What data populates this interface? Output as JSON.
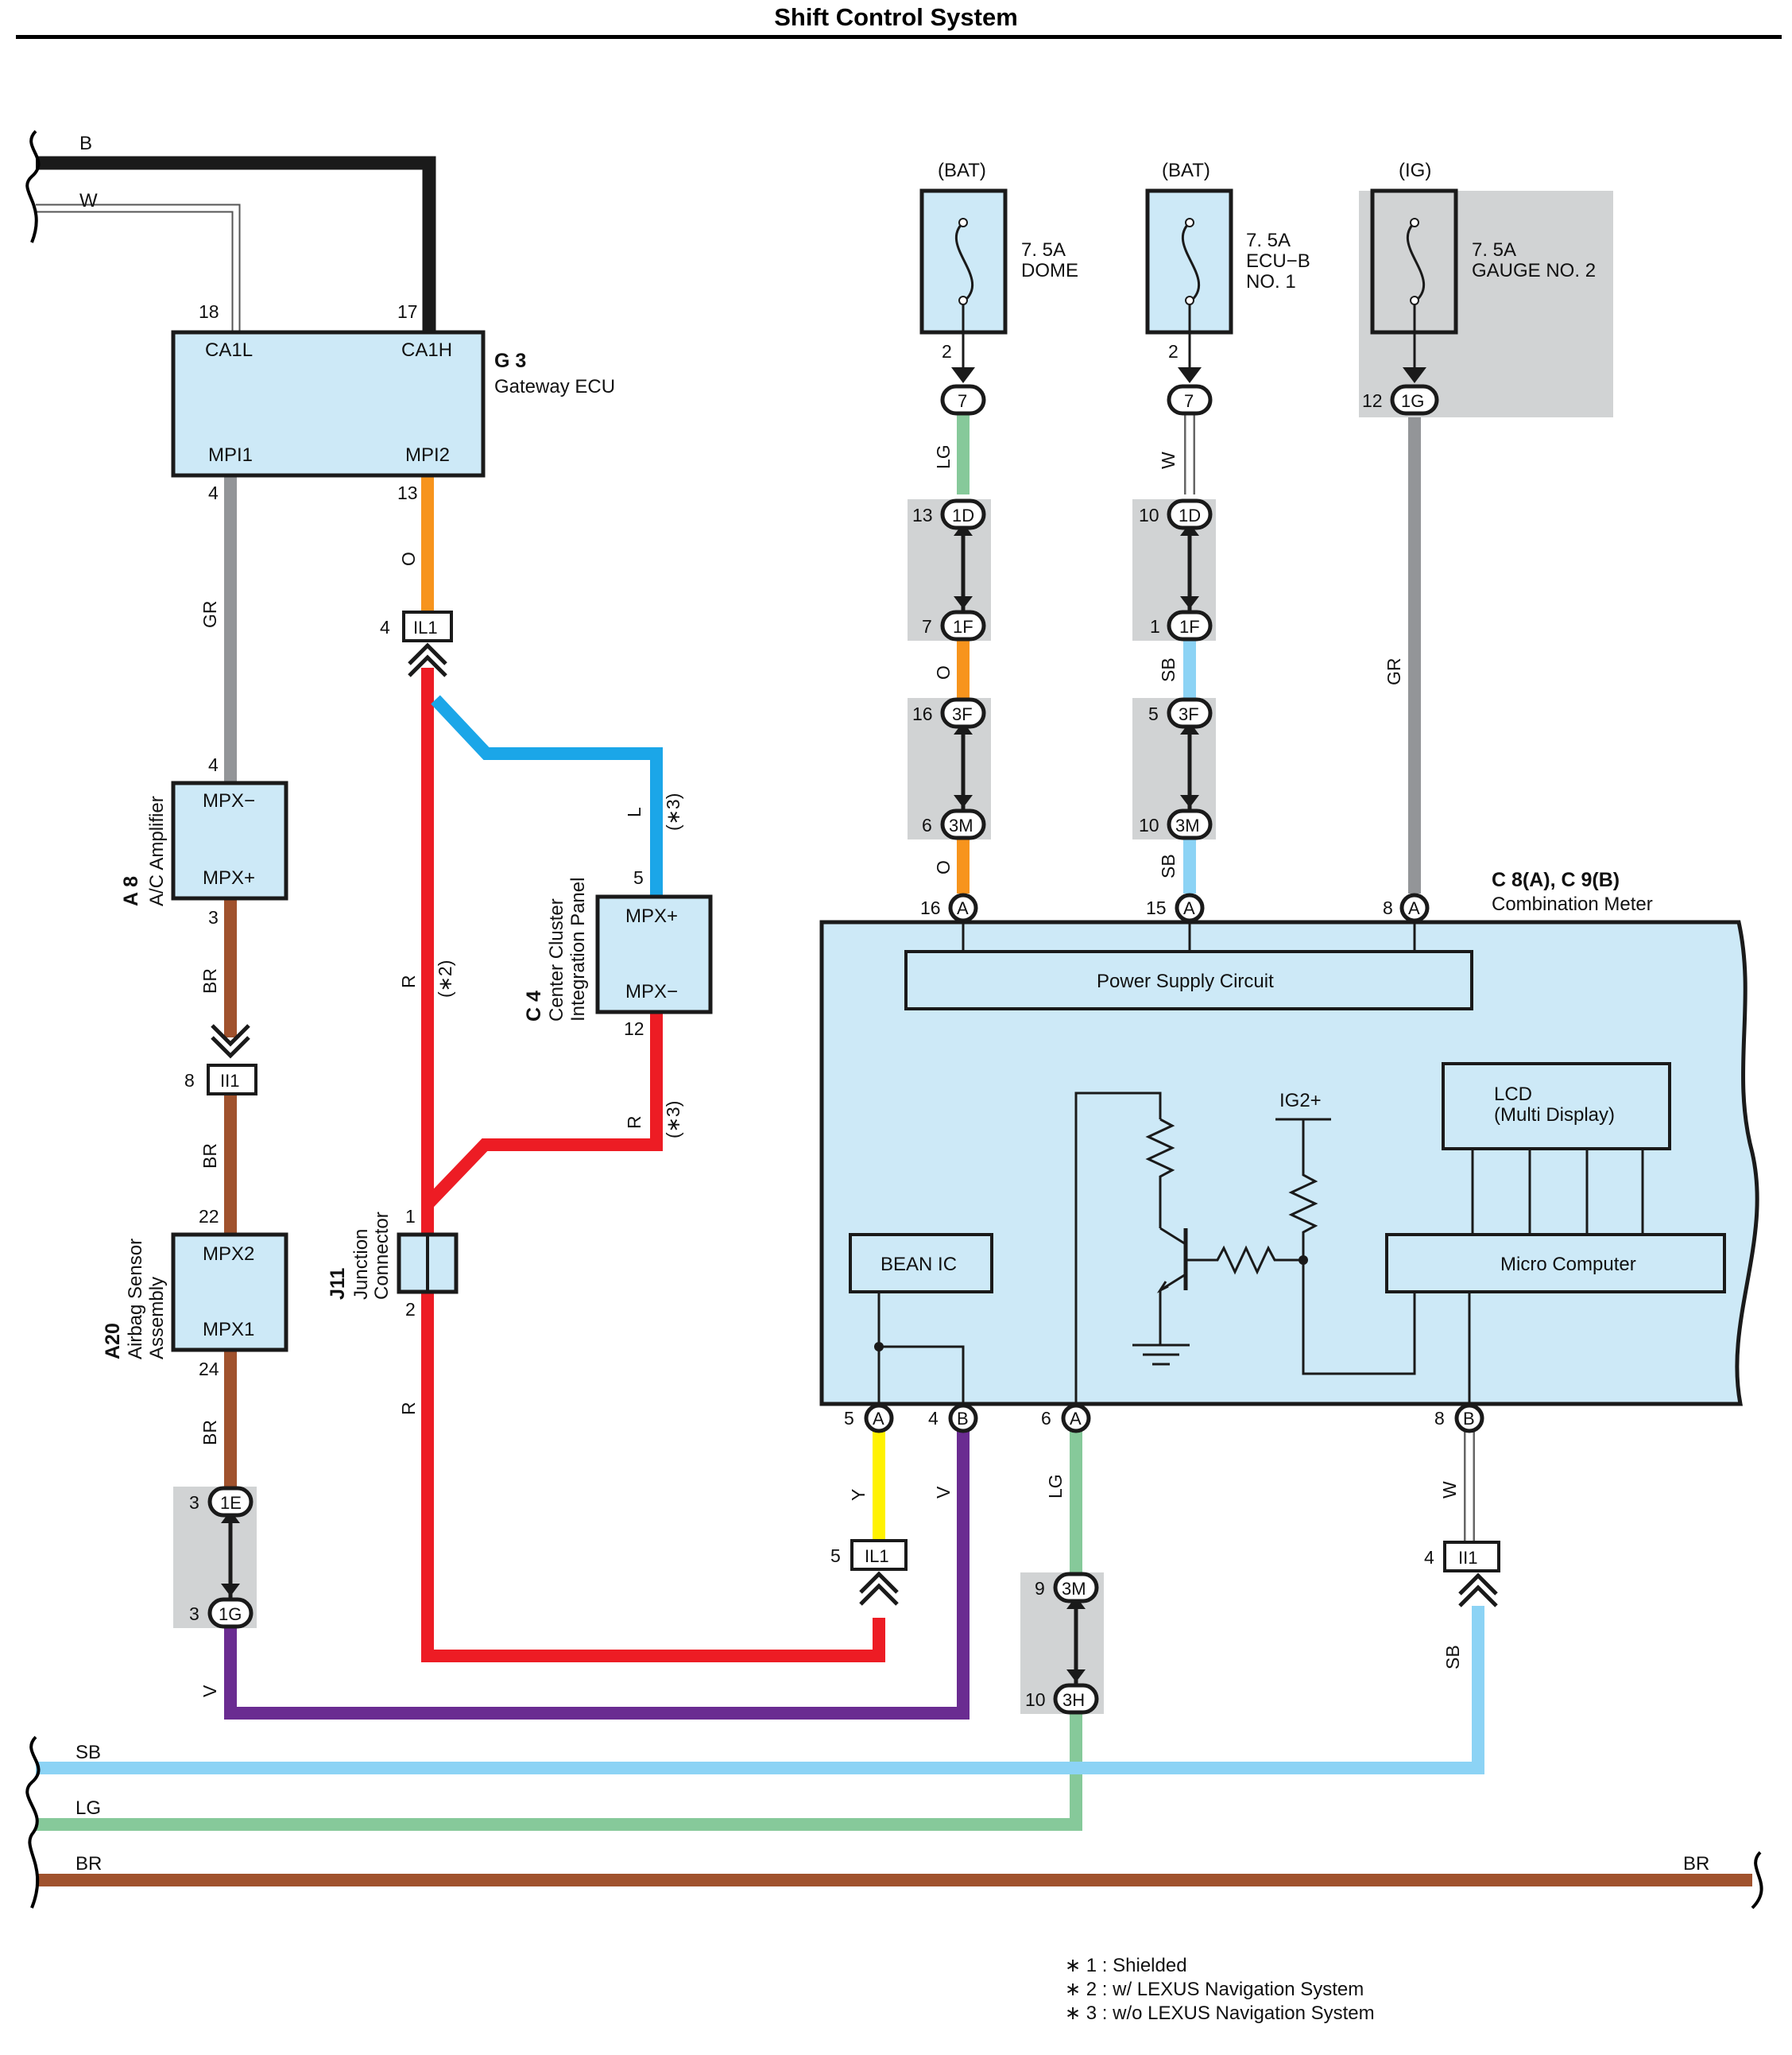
{
  "title": "Shift Control System",
  "colors": {
    "B": "#1a1a1a",
    "W": "#ffffff",
    "GR": "#939598",
    "O": "#f7941d",
    "R": "#ed1c24",
    "L": "#1ba6e8",
    "BR": "#a0522d",
    "V": "#6a2c91",
    "Y": "#fff200",
    "LG": "#86c99a",
    "SB": "#8cd3f5",
    "box": "#cde9f7",
    "shade": "#d1d3d4"
  },
  "bus": {
    "B": "B",
    "W": "W",
    "SB": "SB",
    "LG": "LG",
    "BR": "BR",
    "BR_right": "BR"
  },
  "gateway": {
    "ref": "G 3",
    "name": "Gateway ECU",
    "pin_ca1l": "CA1L",
    "pin_ca1h": "CA1H",
    "pin_mpi1": "MPI1",
    "pin_mpi2": "MPI2",
    "n18": "18",
    "n17": "17",
    "n4": "4",
    "n13": "13"
  },
  "ac": {
    "ref": "A 8",
    "name": "A/C Amplifier",
    "mpxm": "MPX−",
    "mpxp": "MPX+",
    "n4": "4",
    "n3": "3"
  },
  "airbag": {
    "ref": "A20",
    "name1": "Airbag Sensor",
    "name2": "Assembly",
    "mpx2": "MPX2",
    "mpx1": "MPX1",
    "n22": "22",
    "n24": "24"
  },
  "junction": {
    "ref": "J11",
    "name1": "Junction",
    "name2": "Connector",
    "n1": "1",
    "n2": "2"
  },
  "cluster": {
    "ref": "C 4",
    "name1": "Center Cluster",
    "name2": "Integration Panel",
    "mpxp": "MPX+",
    "mpxm": "MPX−",
    "n5": "5",
    "n12": "12"
  },
  "connectors": {
    "il1": "IL1",
    "ii1": "II1",
    "n4": "4",
    "n5": "5",
    "n8": "8"
  },
  "wires": {
    "GR": "GR",
    "O": "O",
    "R": "R",
    "L": "L",
    "BR": "BR",
    "V": "V",
    "Y": "Y",
    "LG": "LG",
    "W": "W",
    "SB": "SB"
  },
  "notes_inline": {
    "s2": "(∗2)",
    "s3": "(∗3)"
  },
  "fuses": [
    {
      "source": "(BAT)",
      "amp": "7. 5A",
      "line1": "DOME",
      "line2": "",
      "pin": "2",
      "jc": "7"
    },
    {
      "source": "(BAT)",
      "amp": "7. 5A",
      "line1": "ECU−B",
      "line2": "NO. 1",
      "pin": "2",
      "jc": "7"
    },
    {
      "source": "(IG)",
      "amp": "7. 5A",
      "line1": "GAUGE NO. 2",
      "line2": "",
      "pin": "12",
      "jc": "1G"
    }
  ],
  "jconn": {
    "c1D": "1D",
    "c1F": "1F",
    "c3F": "3F",
    "c3M": "3M",
    "c1E": "1E",
    "c1G": "1G",
    "c3H": "3H",
    "n13": "13",
    "n7": "7",
    "n16": "16",
    "n6": "6",
    "n10": "10",
    "n1": "1",
    "n5": "5",
    "n3": "3",
    "n9": "9"
  },
  "meter": {
    "ref": "C 8(A), C 9(B)",
    "name": "Combination Meter",
    "psc": "Power Supply Circuit",
    "lcd1": "LCD",
    "lcd2": "(Multi Display)",
    "mc": "Micro Computer",
    "bean": "BEAN IC",
    "ig2": "IG2+",
    "pA": "A",
    "pB": "B",
    "n16": "16",
    "n15": "15",
    "n8": "8",
    "n5": "5",
    "n4": "4",
    "n6": "6"
  },
  "footnotes": [
    "∗ 1 : Shielded",
    "∗ 2 : w/ LEXUS Navigation System",
    "∗ 3 : w/o LEXUS Navigation System"
  ]
}
